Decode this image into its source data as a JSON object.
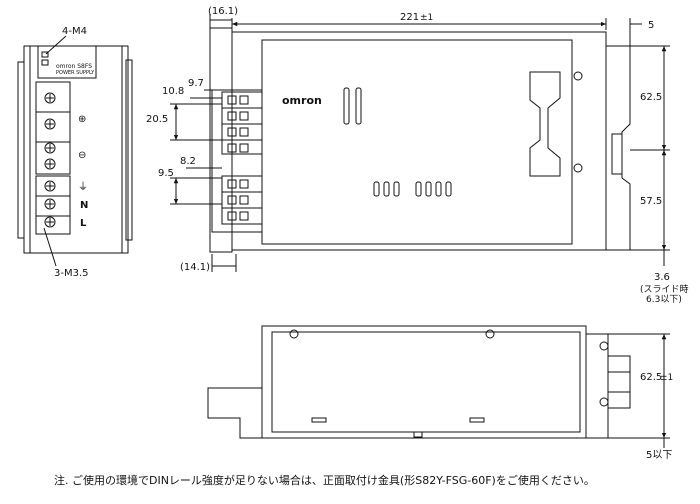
{
  "front_view": {
    "screw_label_top": "4-M4",
    "screw_label_bottom": "3-M3.5",
    "brand": "omron S8FS",
    "subtitle": "POWER SUPPLY",
    "terminal_symbols": [
      "⊕",
      "⊖",
      "⏚",
      "N",
      "L"
    ]
  },
  "main_view": {
    "dim_overall_length": "221",
    "dim_overall_length_tol": "±1",
    "dim_left_offset": "(16.1)",
    "dim_right_offset": "5",
    "dim_bottom_left": "(14.1)",
    "dim_upper_height": "62.5",
    "dim_lower_height": "57.5",
    "dim_10_8": "10.8",
    "dim_9_7": "9.7",
    "dim_20_5": "20.5",
    "dim_8_2": "8.2",
    "dim_9_5": "9.5",
    "logo": "omron",
    "slide_dim": "3.6",
    "slide_note": "(スライド時",
    "slide_max": "6.3以下)"
  },
  "side_view": {
    "dim_height": "62.5",
    "dim_height_tol": "±1",
    "dim_bottom": "5以下"
  },
  "footnote": "注. ご使用の環境でDINレール強度が足りない場合は、正面取付け金具(形S82Y-FSG-60F)をご使用ください。"
}
